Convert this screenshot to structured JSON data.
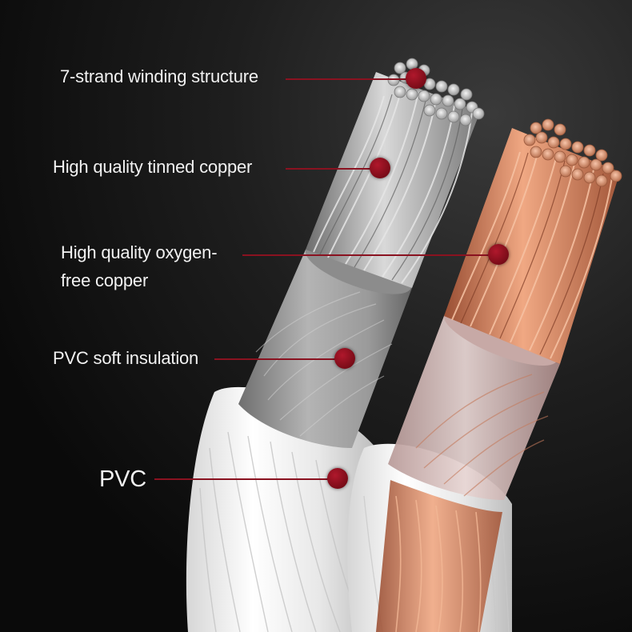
{
  "callouts": [
    {
      "id": "winding",
      "text": "7-strand winding structure",
      "style": "normal"
    },
    {
      "id": "tinned",
      "text": "High quality tinned copper",
      "style": "normal"
    },
    {
      "id": "ofc",
      "lines": [
        "High quality oxygen-",
        "free copper"
      ],
      "style": "normal"
    },
    {
      "id": "insulation",
      "text": "PVC soft insulation",
      "style": "normal"
    },
    {
      "id": "sheath",
      "text": "PVC",
      "style": "big"
    }
  ],
  "colors": {
    "accent": "#8a1220",
    "text": "#f2f2f2",
    "silver_strand": "#c9c9c9",
    "copper_strand": "#d9906a",
    "insulation_grey": "#9e9e9e",
    "sheath_white": "#f0f0f0"
  },
  "icons": {
    "marker": "red-dot-icon"
  }
}
